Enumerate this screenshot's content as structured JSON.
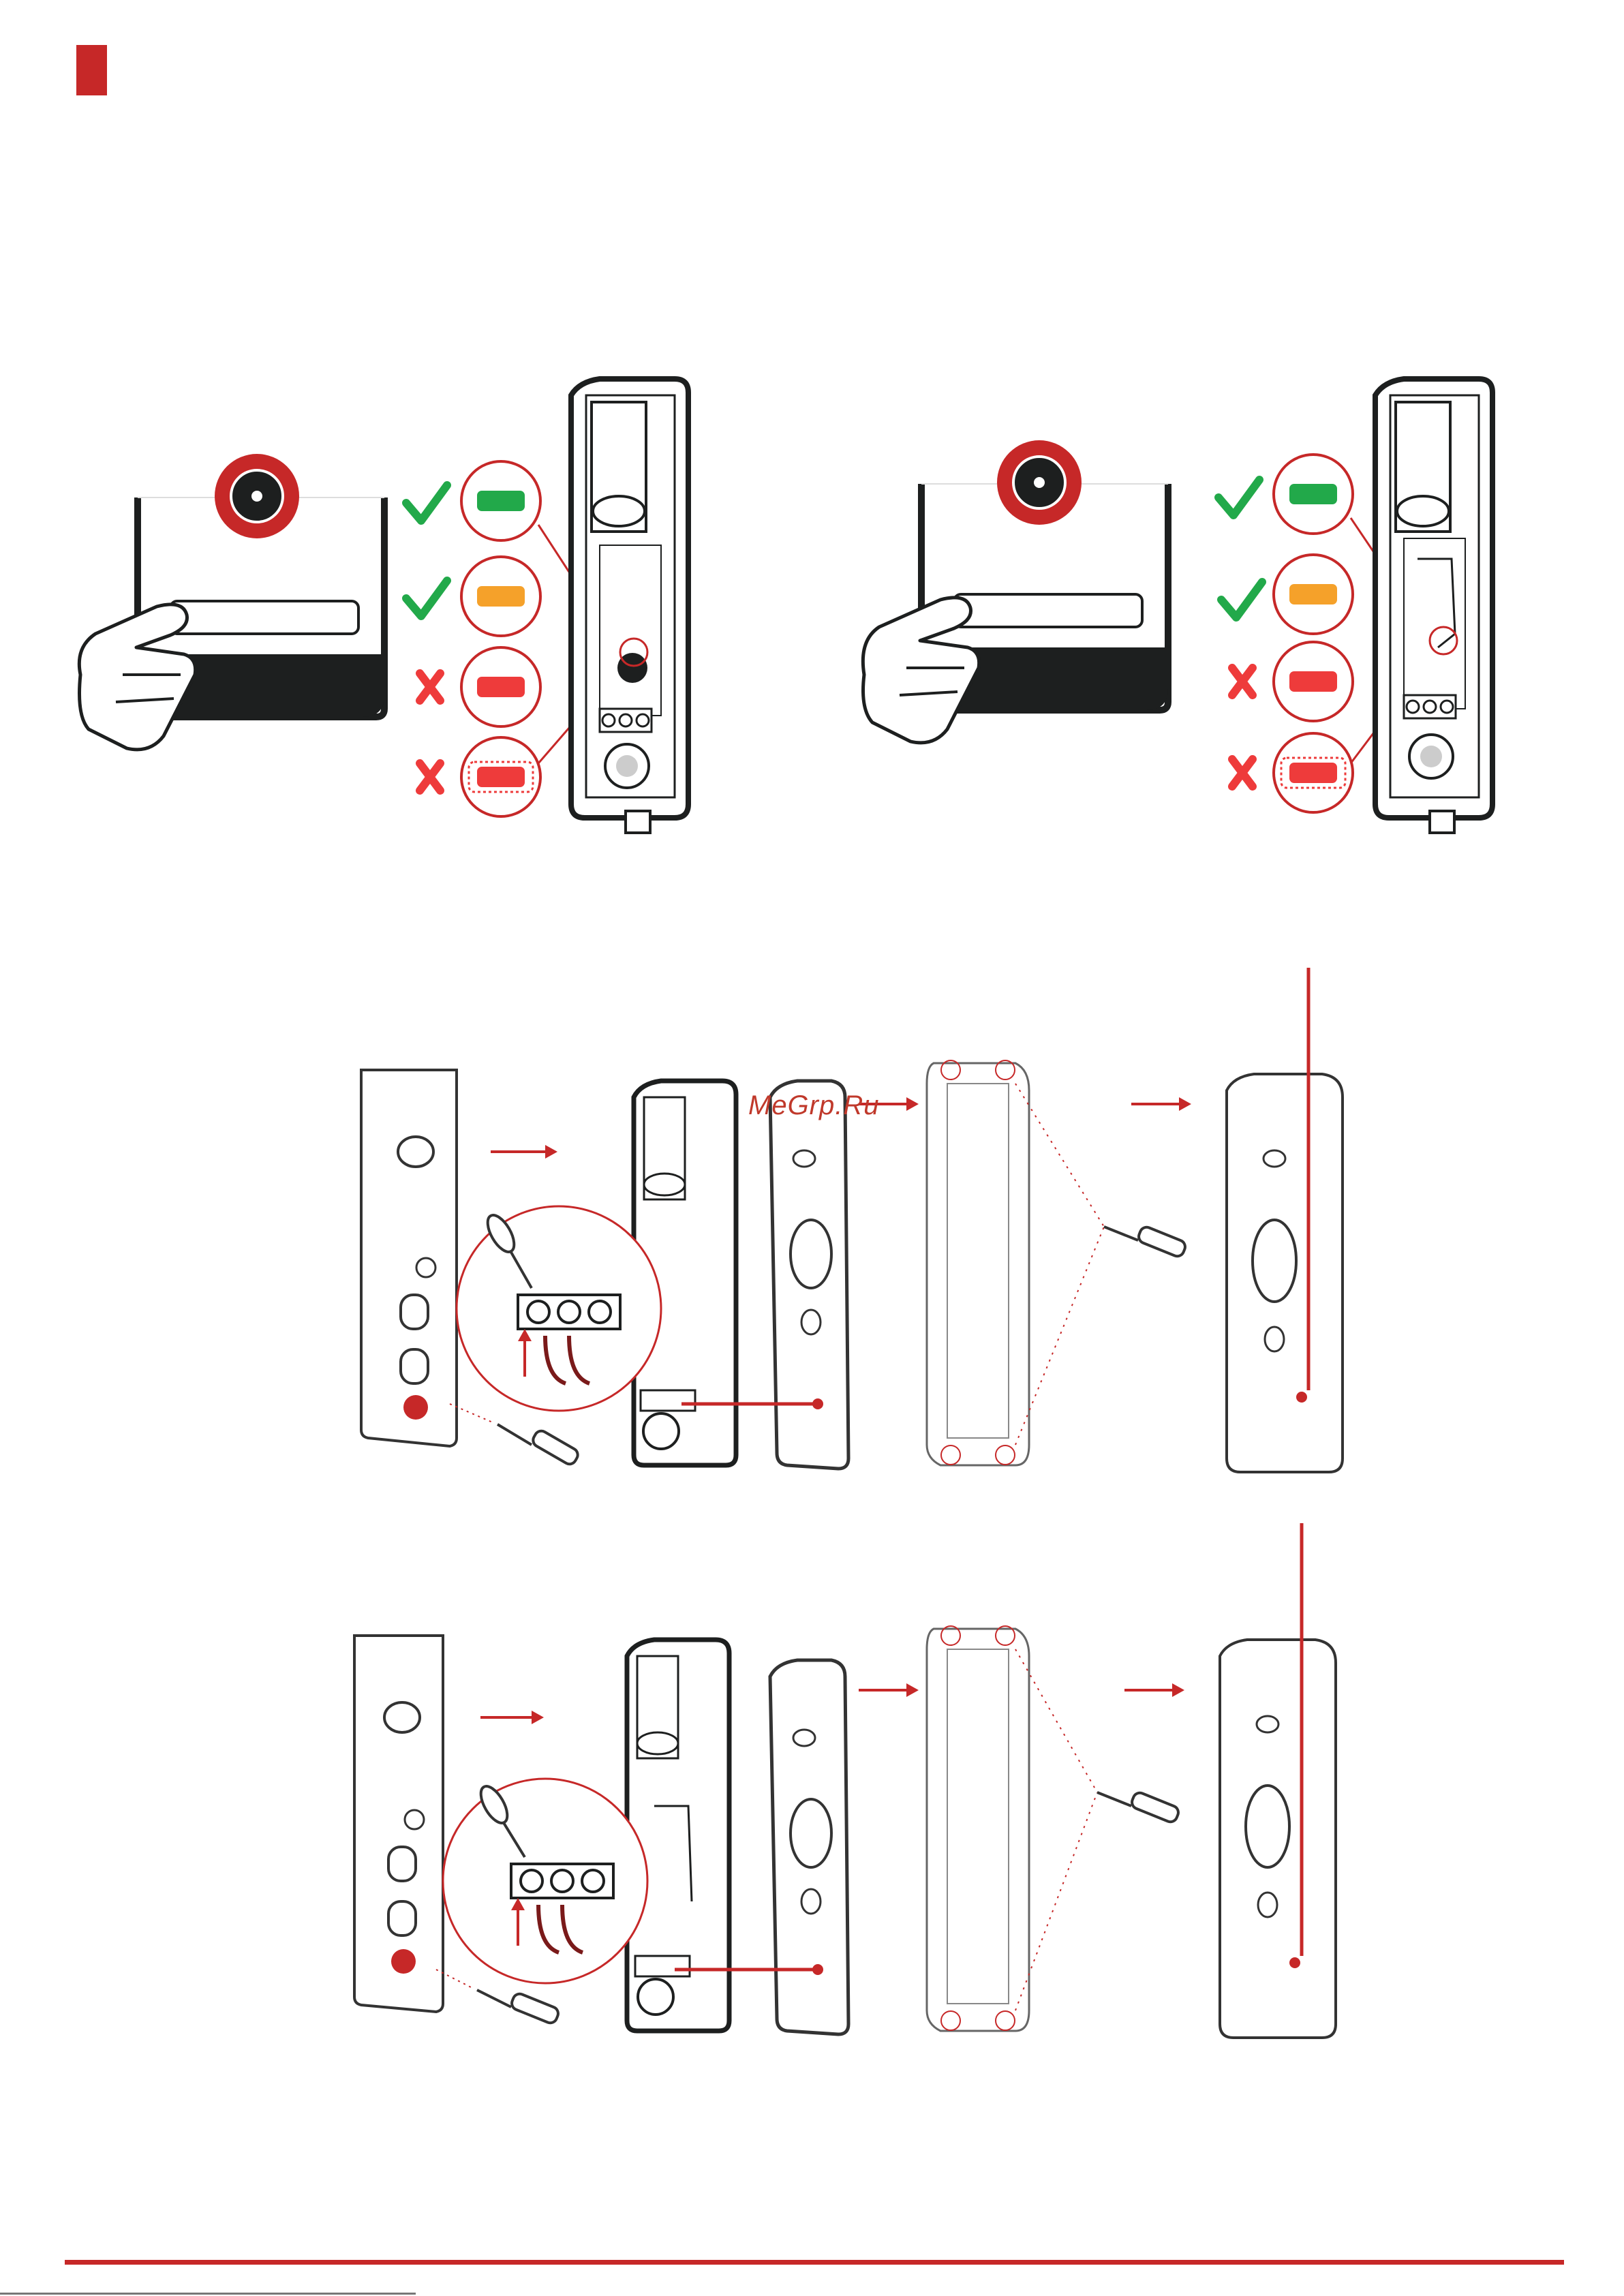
{
  "watermark": {
    "text": "MeGrp.Ru"
  },
  "colors": {
    "accent": "#c62828",
    "ok_green": "#22a94a",
    "warn_orange": "#f5a12a",
    "error_red": "#ee3b3b",
    "ink": "#1d1f1f"
  },
  "led_states": [
    {
      "icon": "check-icon",
      "led_color": "green",
      "style": "solid",
      "allowed": true
    },
    {
      "icon": "check-icon",
      "led_color": "orange",
      "style": "solid",
      "allowed": true
    },
    {
      "icon": "cross-icon",
      "led_color": "red",
      "style": "solid",
      "allowed": false
    },
    {
      "icon": "cross-icon",
      "led_color": "red",
      "style": "blinking",
      "allowed": false
    }
  ],
  "panels": [
    {
      "id": "top-left",
      "kind": "led-test"
    },
    {
      "id": "top-right",
      "kind": "led-test"
    },
    {
      "id": "mid",
      "kind": "assembly-steps"
    },
    {
      "id": "bot",
      "kind": "assembly-steps"
    }
  ]
}
